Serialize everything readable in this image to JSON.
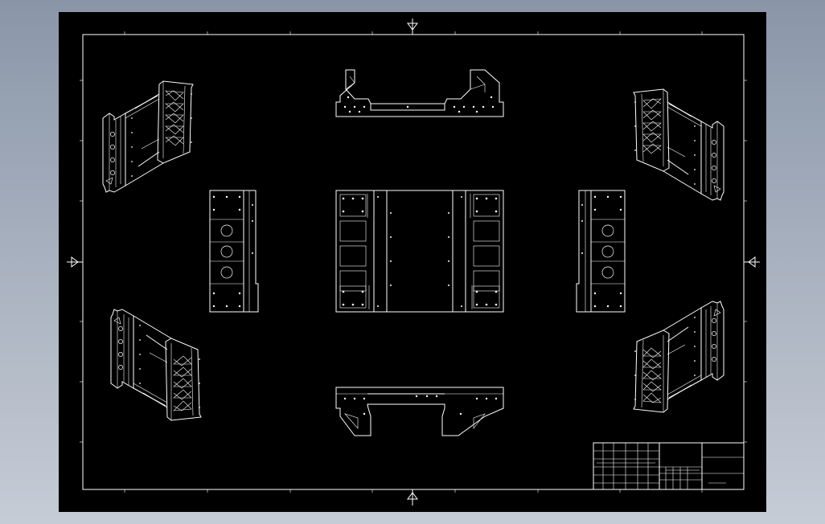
{
  "colors": {
    "background_gradient_top": "#8a96a8",
    "background_gradient_bottom": "#c6ccd6",
    "canvas": "#000000",
    "linework": "#ffffff"
  },
  "views": [
    {
      "id": "iso-top-left"
    },
    {
      "id": "iso-top-right"
    },
    {
      "id": "iso-bottom-left"
    },
    {
      "id": "iso-bottom-right"
    },
    {
      "id": "top-view"
    },
    {
      "id": "front-view"
    },
    {
      "id": "bottom-view"
    },
    {
      "id": "left-side-view"
    },
    {
      "id": "right-side-view"
    }
  ],
  "markers": [
    "center-mark-top",
    "center-mark-bottom",
    "center-mark-left",
    "center-mark-right"
  ],
  "title_block": {
    "cells_text": ""
  }
}
